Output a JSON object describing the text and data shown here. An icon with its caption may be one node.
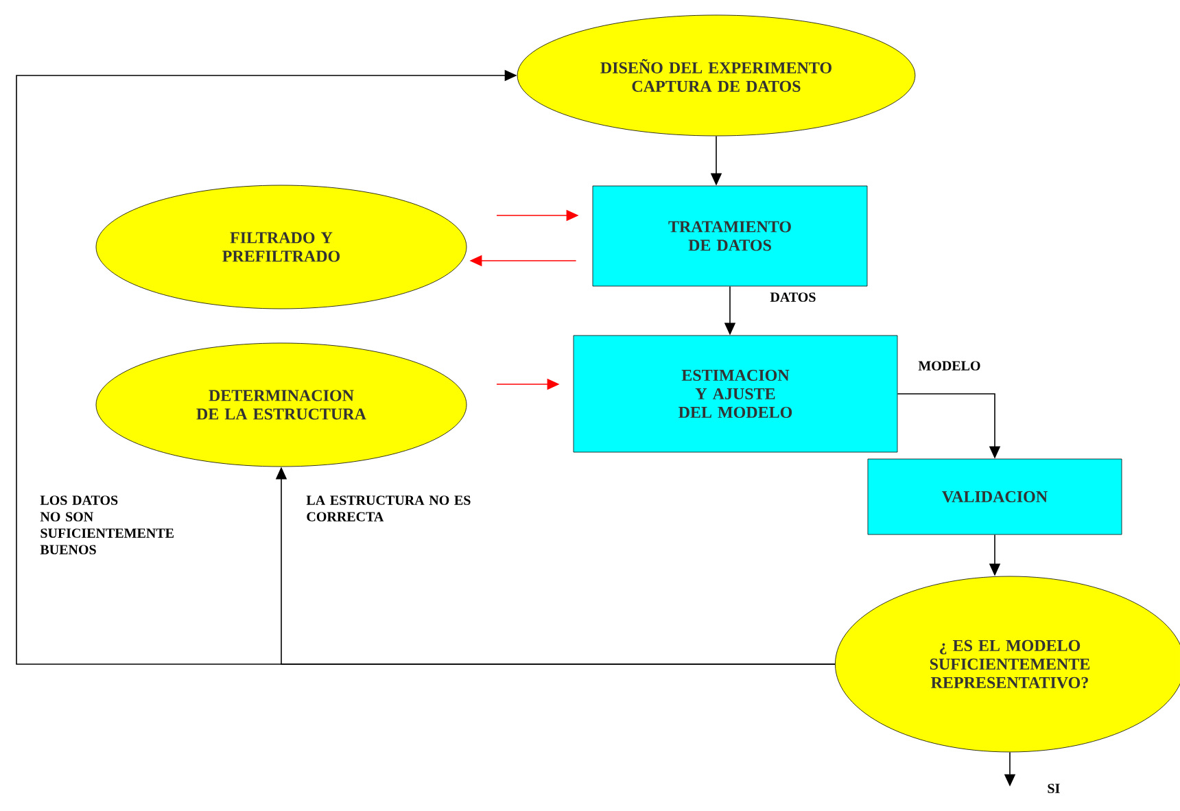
{
  "diagram": {
    "nodes": [
      {
        "text": [
          "DISEÑO DEL EXPERIMENTO CAPTURA DE DATOS"
        ]
      },
      {
        "text": [
          "FILTRADO Y PREFILTRADO"
        ]
      },
      {
        "text": [
          "TRATAMIENTO DE DATOS"
        ]
      },
      {
        "text": [
          "DETERMINACION DE LA ESTRUCTURA"
        ]
      },
      {
        "text": [
          "ESTIMACION Y AJUSTE DEL MODELO"
        ]
      },
      {
        "text": [
          "VALIDACION"
        ]
      },
      {
        "text": [
          "¿ ES EL MODELO SUFICIENTEMENTE REPRESENTATIVO?"
        ]
      }
    ],
    "edges": [
      {
        "from": 0,
        "to": 2,
        "arrow": "to"
      },
      {
        "from": null,
        "to": 2,
        "arrow": "to",
        "color": "#ff0000"
      },
      {
        "from": 2,
        "to": 1,
        "arrow": "to",
        "color": "#ff0000"
      },
      {
        "from": 2,
        "to": 4,
        "arrow": "to",
        "label": "DATOS"
      },
      {
        "from": null,
        "to": 4,
        "arrow": "to",
        "color": "#ff0000"
      },
      {
        "from": 4,
        "to": 5,
        "arrow": "to",
        "label": "MODELO"
      },
      {
        "from": 5,
        "to": 6,
        "arrow": "to"
      },
      {
        "from": 6,
        "to": 0,
        "arrow": "to",
        "label": "LOS DATOS NO SON SUFICIENTEMENTE BUENOS"
      },
      {
        "from": 6,
        "to": 3,
        "arrow": "to",
        "label": "LA ESTRUCTURA NO ES CORRECTA"
      },
      {
        "from": 6,
        "to": null,
        "arrow": "to",
        "label": "SI"
      }
    ]
  }
}
